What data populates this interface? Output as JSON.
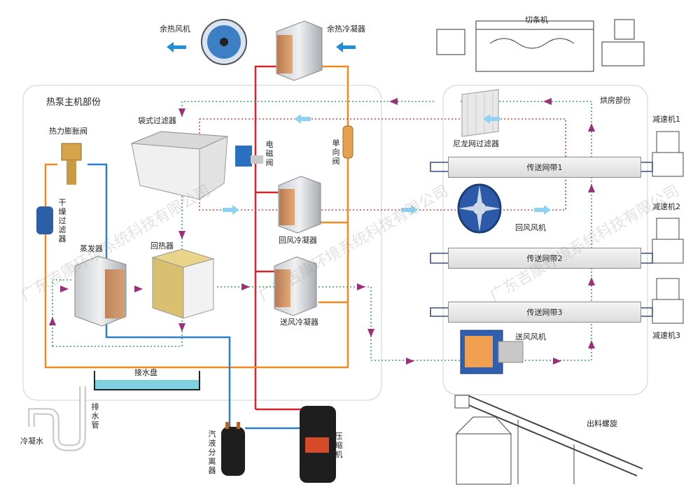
{
  "labels": {
    "waste_heat_fan": "余热风机",
    "waste_heat_condenser": "余热冷凝器",
    "cutter": "切条机",
    "heat_pump_section": "热泵主机部份",
    "thermal_expansion_valve": "热力膨胀阀",
    "bag_filter": "袋式过滤器",
    "solenoid_valve": "电磁阀",
    "check_valve": "单向阀",
    "drying_filter": "干燥过滤器",
    "return_air_condenser": "回风冷凝器",
    "evaporator": "蒸发器",
    "regenerator": "回热器",
    "supply_air_condenser": "送风冷凝器",
    "drip_tray": "接水盘",
    "drain_pipe": "排水管",
    "condensate": "冷凝水",
    "gas_liquid_separator": "汽液分离器",
    "compressor": "压缩机",
    "nylon_filter": "尼龙网过滤器",
    "drying_room_section": "烘房部份",
    "reducer_1": "减速机1",
    "reducer_2": "减速机2",
    "reducer_3": "减速机3",
    "conveyor_1": "传送网带1",
    "conveyor_2": "传送网带2",
    "conveyor_3": "传送网带3",
    "return_air_fan": "回风风机",
    "supply_air_fan": "送风风机",
    "discharge_screw": "出料螺旋"
  },
  "watermarks": [
    "广东吉康环境系统科技有限公司",
    "广东吉康环境系统科技有限公司",
    "广东吉康环境系统科技有限公司"
  ],
  "colors": {
    "hot_line": "#d8232a",
    "orange_line": "#f08a1c",
    "blue_line": "#2a7fd0",
    "green_dotted": "#3aa36a",
    "red_dotted": "#e04040",
    "purple_arrow": "#9c2f7a",
    "lightblue_arrow": "#8fd3f4",
    "flow_blue_arrow": "#1e8fd8",
    "water": "#7fd0e0"
  }
}
